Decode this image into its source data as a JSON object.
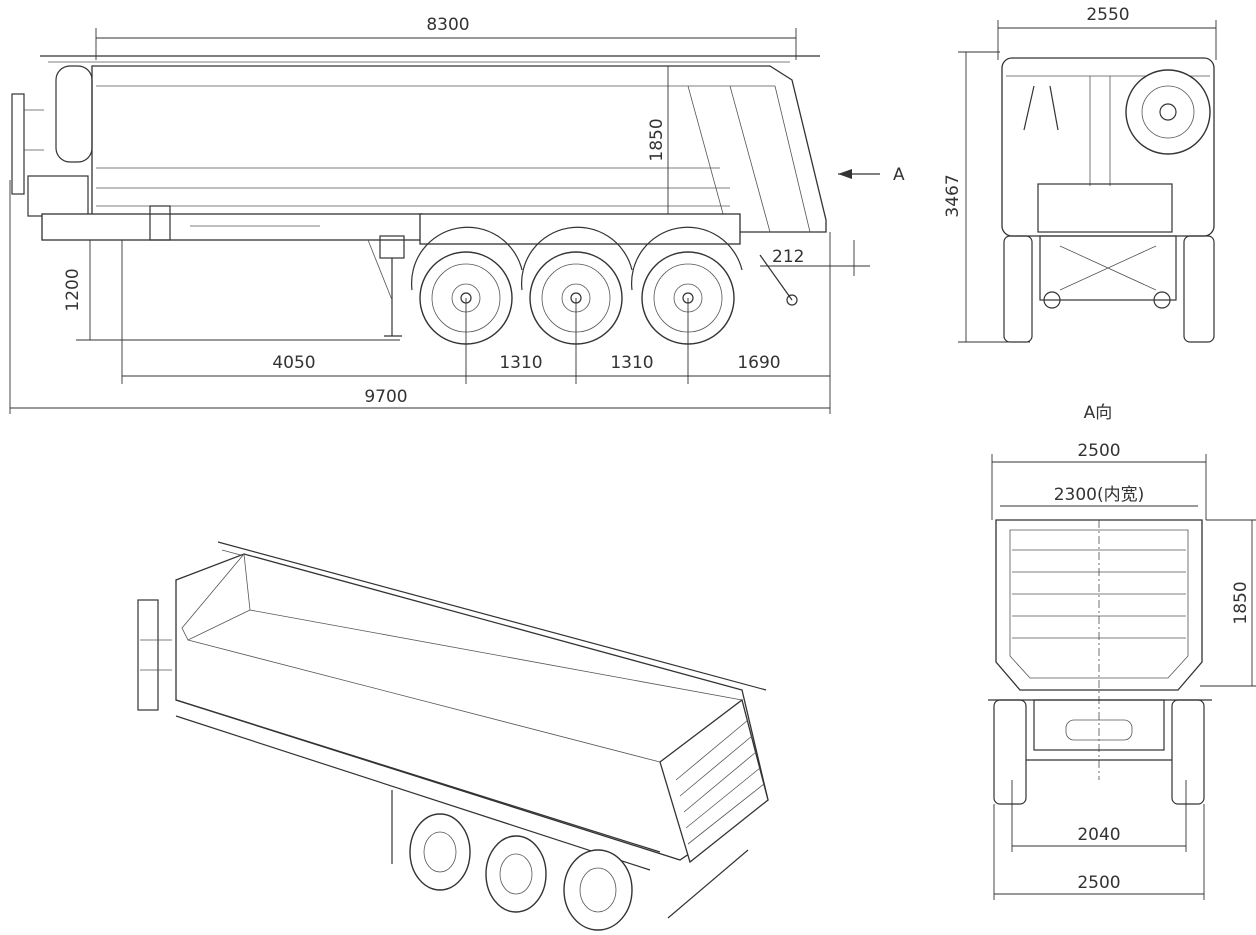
{
  "side_view": {
    "dims": {
      "total_body_length": "8300",
      "body_height": "1850",
      "kingpin_height": "1200",
      "kingpin_to_axle": "4050",
      "axle_spacing_1": "1310",
      "axle_spacing_2": "1310",
      "rear_overhang": "1690",
      "overall_length": "9700",
      "rear_offset": "212"
    },
    "view_marker": "A"
  },
  "front_view": {
    "dims": {
      "width": "2550",
      "height": "3467"
    }
  },
  "rear_view": {
    "title": "A向",
    "dims": {
      "outer_width": "2500",
      "inner_width": "2300(内宽)",
      "body_height": "1850",
      "track_width": "2040",
      "bottom_width": "2500"
    }
  },
  "iso_view": {}
}
